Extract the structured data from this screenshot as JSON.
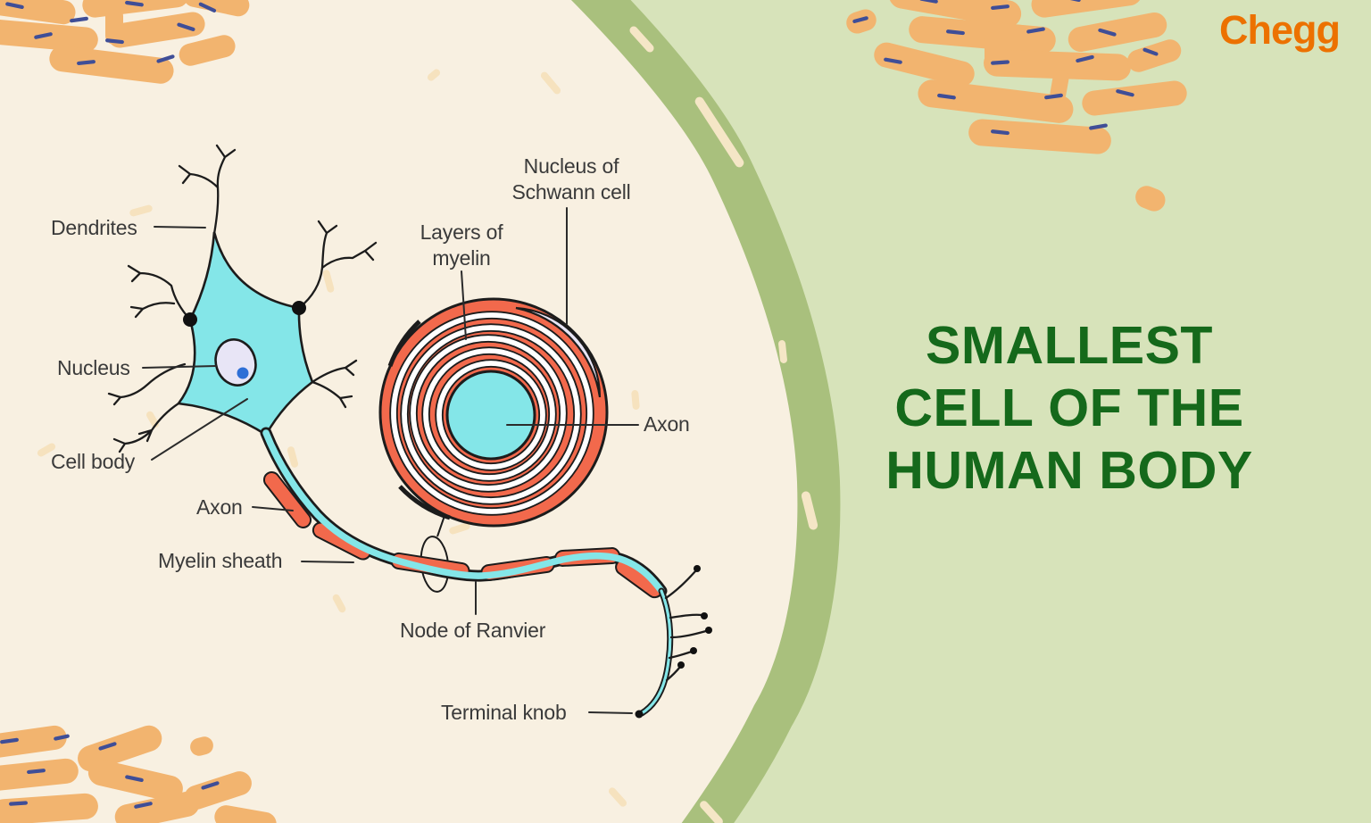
{
  "brand": {
    "logo_text": "Chegg"
  },
  "title": {
    "lines": [
      "SMALLEST",
      "CELL OF THE",
      "HUMAN BODY"
    ]
  },
  "diagram": {
    "labels": {
      "dendrites": "Dendrites",
      "nucleus": "Nucleus",
      "cell_body": "Cell body",
      "axon": "Axon",
      "myelin_sheath": "Myelin sheath",
      "node_of_ranvier": "Node of Ranvier",
      "terminal_knob": "Terminal knob",
      "nucleus_of_schwann_cell": [
        "Nucleus of",
        "Schwann cell"
      ],
      "layers_of_myelin": [
        "Layers of",
        "myelin"
      ],
      "axon_cross_section": "Axon"
    }
  },
  "colors": {
    "page_background_green": "#D7E3BA",
    "panel_cream": "#F8F0E1",
    "border_band_green": "#A9C07D",
    "title_green": "#15691B",
    "chegg_orange": "#EC7100",
    "myelin_red": "#F2694C",
    "axon_cyan": "#84E6E8",
    "nucleus_lavender": "#E8E5F6",
    "nucleolus_blue": "#2E6FD6",
    "organelle_orange": "#F2B46F",
    "organelle_dash_navy": "#3F4E97",
    "outline_black": "#1C1C1C",
    "label_text": "#3A3A3A"
  }
}
